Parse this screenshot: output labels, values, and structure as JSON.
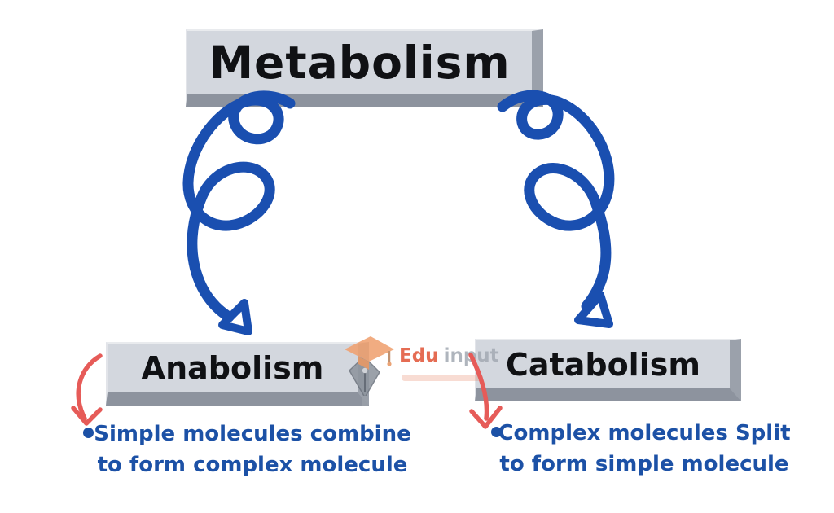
{
  "diagram": {
    "title": "Metabolism",
    "nodes": [
      {
        "label": "Anabolism",
        "description_line1": "Simple molecules combine",
        "description_line2": "to form complex molecule"
      },
      {
        "label": "Catabolism",
        "description_line1": "Complex molecules Split",
        "description_line2": "to form simple molecule"
      }
    ]
  },
  "watermark": {
    "brand_word1": "Edu",
    "brand_word2": "input"
  },
  "icons": [
    "curly-spiral-arrow-left",
    "curly-spiral-arrow-right",
    "red-curved-arrow-left",
    "red-curved-arrow-right",
    "graduation-cap",
    "pen-nib"
  ],
  "colors": {
    "background": "#ffffff",
    "box_face": "#d3d7de",
    "box_shadow_right": "#9ba1ab",
    "box_shadow_bottom": "#8d939e",
    "title_text": "#101114",
    "arrow_blue": "#1a4fb0",
    "arrow_red": "#e65b58",
    "description_text": "#1c51a6",
    "watermark_orange": "#e2583c",
    "watermark_gray": "#a5abb4"
  }
}
